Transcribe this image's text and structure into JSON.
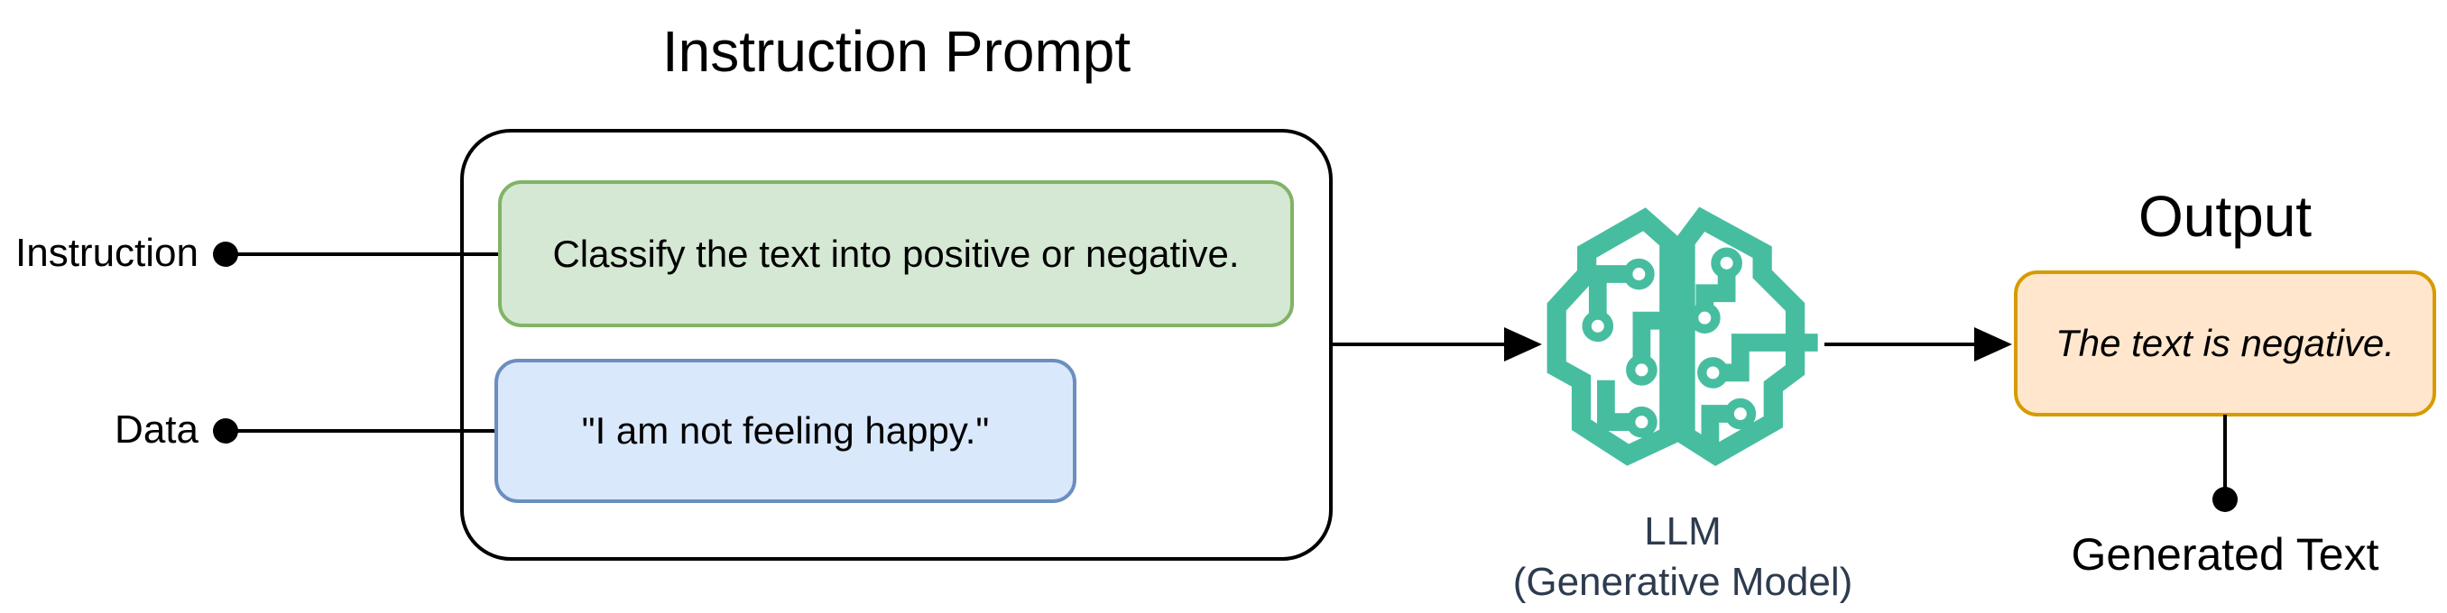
{
  "diagram": {
    "title": "Instruction Prompt",
    "prompt": {
      "instruction_label": "Instruction",
      "data_label": "Data",
      "instruction_box": {
        "text": "Classify the text into positive or negative."
      },
      "data_box": {
        "text": "\"I am not feeling happy.\""
      }
    },
    "llm": {
      "name": "LLM",
      "subtitle": "(Generative Model)",
      "icon": "brain-circuit-icon"
    },
    "output": {
      "title": "Output",
      "box": {
        "text": "The text is negative."
      },
      "caption": "Generated Text"
    },
    "colors": {
      "instruction_box_fill": "#d5e8d4",
      "instruction_box_stroke": "#82b366",
      "data_box_fill": "#dae8fc",
      "data_box_stroke": "#6c8ebf",
      "output_box_fill": "#ffe6cc",
      "output_box_stroke": "#d79b00",
      "llm_icon": "#47bda0",
      "llm_label_text": "#2e3b4e",
      "line": "#000000"
    }
  }
}
